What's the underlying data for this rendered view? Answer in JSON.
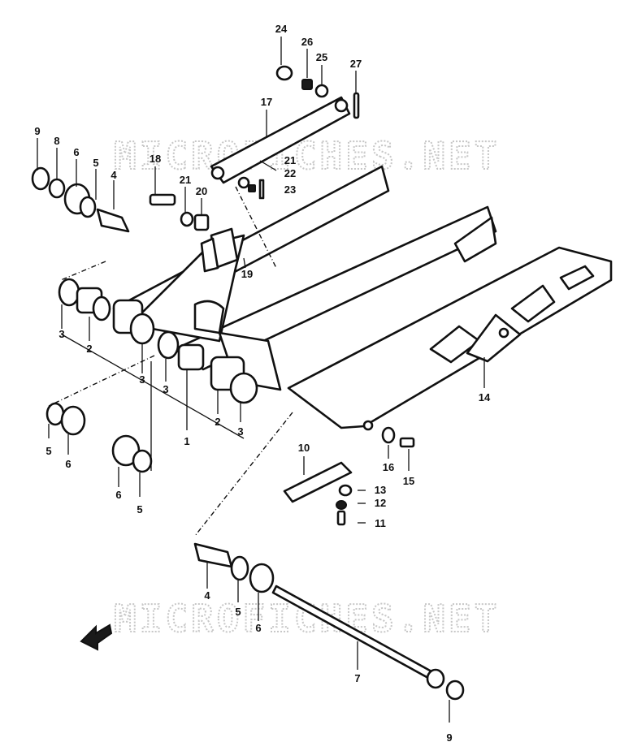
{
  "watermarks": [
    "MICROFICHES.NET",
    "MICROFICHES.NET"
  ],
  "callouts": [
    {
      "id": "c24",
      "text": "24"
    },
    {
      "id": "c26",
      "text": "26"
    },
    {
      "id": "c25",
      "text": "25"
    },
    {
      "id": "c27",
      "text": "27"
    },
    {
      "id": "c17",
      "text": "17"
    },
    {
      "id": "c9a",
      "text": "9"
    },
    {
      "id": "c8",
      "text": "8"
    },
    {
      "id": "c6a",
      "text": "6"
    },
    {
      "id": "c5a",
      "text": "5"
    },
    {
      "id": "c4a",
      "text": "4"
    },
    {
      "id": "c18",
      "text": "18"
    },
    {
      "id": "c21a",
      "text": "21"
    },
    {
      "id": "c20",
      "text": "20"
    },
    {
      "id": "c21b",
      "text": "21"
    },
    {
      "id": "c22",
      "text": "22"
    },
    {
      "id": "c23",
      "text": "23"
    },
    {
      "id": "c19",
      "text": "19"
    },
    {
      "id": "c3a",
      "text": "3"
    },
    {
      "id": "c2a",
      "text": "2"
    },
    {
      "id": "c3b",
      "text": "3"
    },
    {
      "id": "c3c",
      "text": "3"
    },
    {
      "id": "c1",
      "text": "1"
    },
    {
      "id": "c2b",
      "text": "2"
    },
    {
      "id": "c3d",
      "text": "3"
    },
    {
      "id": "c14",
      "text": "14"
    },
    {
      "id": "c5b",
      "text": "5"
    },
    {
      "id": "c6b",
      "text": "6"
    },
    {
      "id": "c6c",
      "text": "6"
    },
    {
      "id": "c5c",
      "text": "5"
    },
    {
      "id": "c10",
      "text": "10"
    },
    {
      "id": "c13",
      "text": "13"
    },
    {
      "id": "c12",
      "text": "12"
    },
    {
      "id": "c11",
      "text": "11"
    },
    {
      "id": "c16",
      "text": "16"
    },
    {
      "id": "c15",
      "text": "15"
    },
    {
      "id": "c4b",
      "text": "4"
    },
    {
      "id": "c5d",
      "text": "5"
    },
    {
      "id": "c6d",
      "text": "6"
    },
    {
      "id": "c7",
      "text": "7"
    },
    {
      "id": "c9b",
      "text": "9"
    }
  ]
}
